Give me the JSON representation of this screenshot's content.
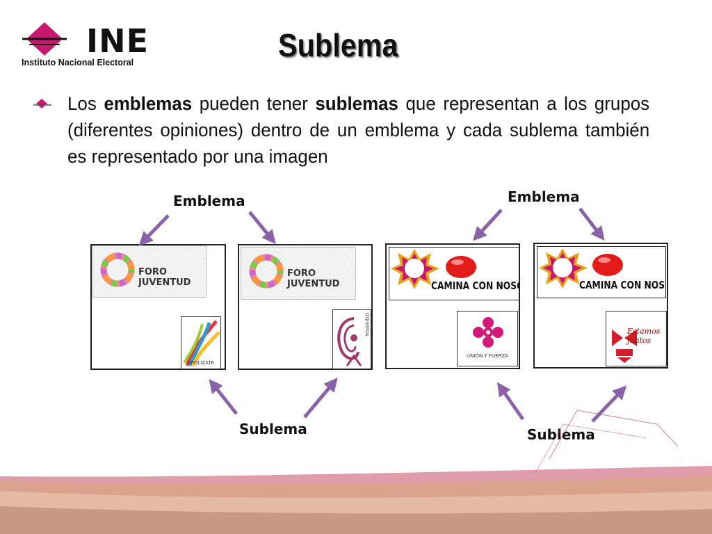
{
  "logo": {
    "name": "INE",
    "subtitle": "Instituto Nacional Electoral",
    "colors": {
      "magenta": "#c8176f",
      "dark": "#111111"
    }
  },
  "title": "Sublema",
  "bullet": {
    "text_1": "Los ",
    "bold_1": "emblemas",
    "text_2": " pueden tener ",
    "bold_2": "sublemas",
    "text_3": " que representan a los grupos (diferentes opiniones) dentro de un emblema y cada sublema también es representado por una imagen"
  },
  "labels": {
    "emblema_left": "Emblema",
    "emblema_right": "Emblema",
    "sublema_left": "Sublema",
    "sublema_right": "Sublema"
  },
  "cards": [
    {
      "emblem": "FORO JUVENTUD",
      "sublema_caption": "APOLIZATE"
    },
    {
      "emblem": "FORO JUVENTUD",
      "sublema_caption": "IZQUIERDA"
    },
    {
      "emblem": "CAMINA CON NOSOTROS",
      "sublema_caption": "UNIÓN Y FUERZA"
    },
    {
      "emblem": "CAMINA CON NOSOTROS",
      "sublema_caption": "Estamos juntos"
    }
  ],
  "colors": {
    "arrow": "#8a62a8",
    "footer_band": "#d8a38a",
    "footer_accent": "#c44b66"
  }
}
